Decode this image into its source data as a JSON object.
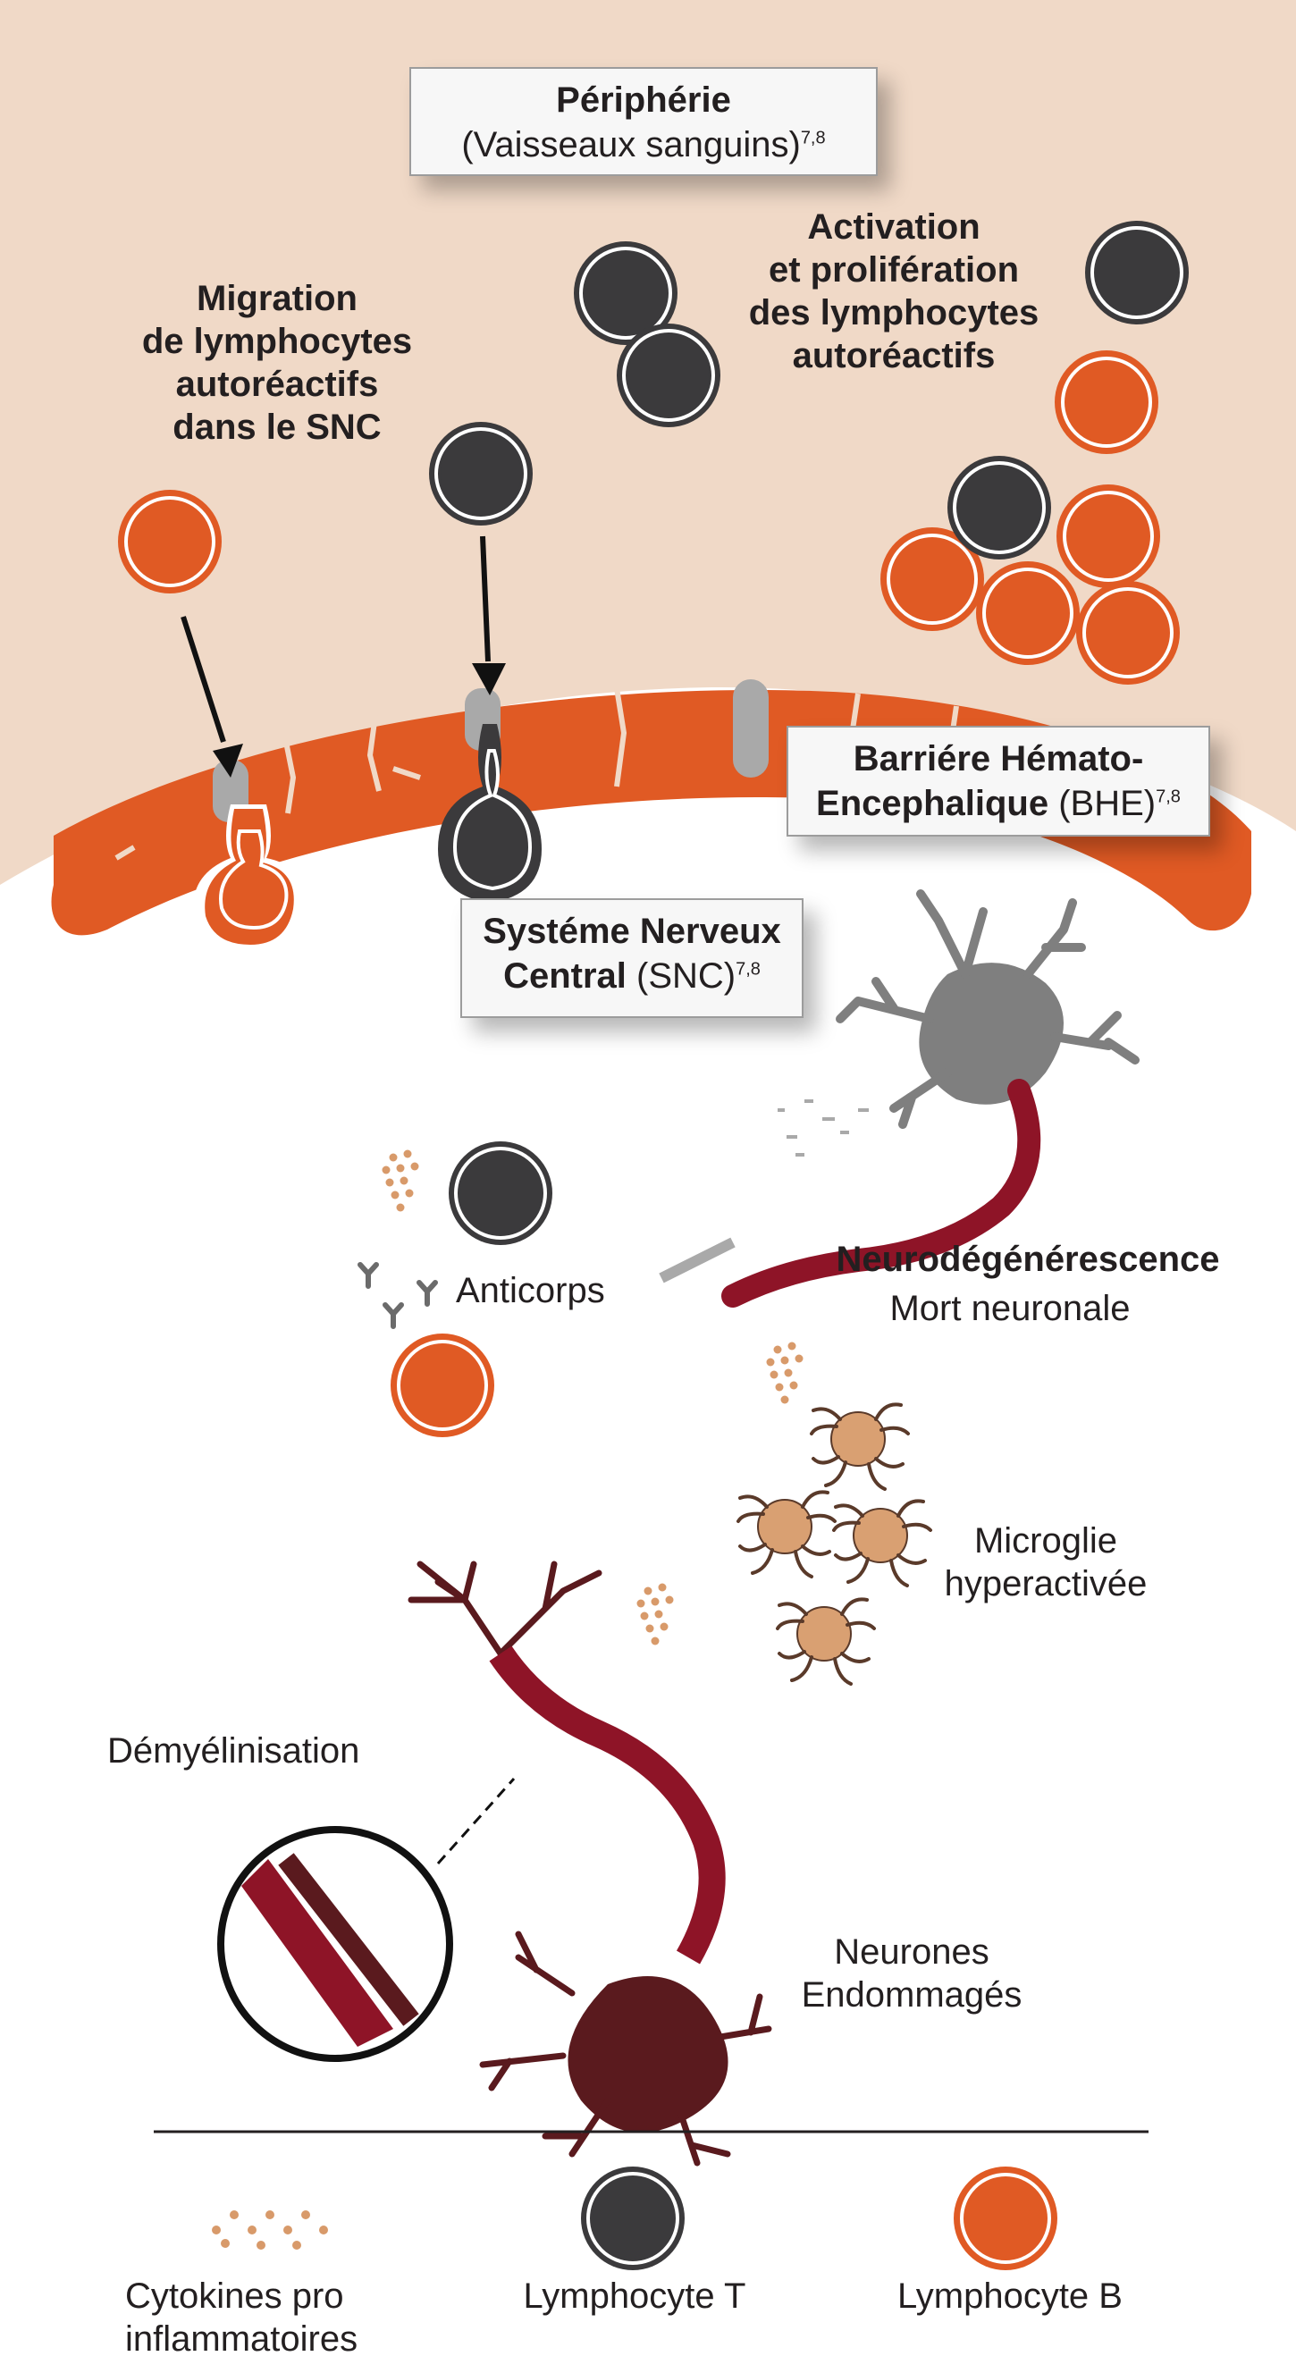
{
  "periphery_box": {
    "title": "Périphérie",
    "subtitle": "(Vaisseaux sanguins)",
    "ref": "7,8"
  },
  "labels": {
    "migration": [
      "Migration",
      "de lymphocytes",
      "autoréactifs",
      "dans le SNC"
    ],
    "activation": [
      "Activation",
      "et prolifération",
      "des lymphocytes",
      "autoréactifs"
    ],
    "bhe_title_1": "Barriére Hémato-",
    "bhe_title_2": "Encephalique",
    "bhe_abbr": "(BHE)",
    "bhe_ref": "7,8",
    "snc_title_1": "Systéme Nerveux",
    "snc_title_2": "Central",
    "snc_abbr": "(SNC)",
    "snc_ref": "7,8",
    "anticorps": "Anticorps",
    "neurodeg": "Neurodégénérescence",
    "mort": "Mort neuronale",
    "microglie_1": "Microglie",
    "microglie_2": "hyperactivée",
    "demyel": "Démyélinisation",
    "neurones_1": "Neurones",
    "neurones_2": "Endommagés"
  },
  "legend": {
    "cytokines_1": "Cytokines pro",
    "cytokines_2": "inflammatoires",
    "lympho_t": "Lymphocyte T",
    "lympho_b": "Lymphocyte B"
  },
  "colors": {
    "periphery_bg": "#f0d9c7",
    "lymphocyte_t": "#3b3a3c",
    "lymphocyte_b": "#e05a24",
    "barrier": "#e05a24",
    "junction": "#a9a9a9",
    "damaged_neuron": "#5a1a1e",
    "myelin": "#8e1427",
    "microglia": "#d9a072",
    "cytokine": "#d89a6a",
    "healthy_neuron": "#7f7f7f"
  }
}
